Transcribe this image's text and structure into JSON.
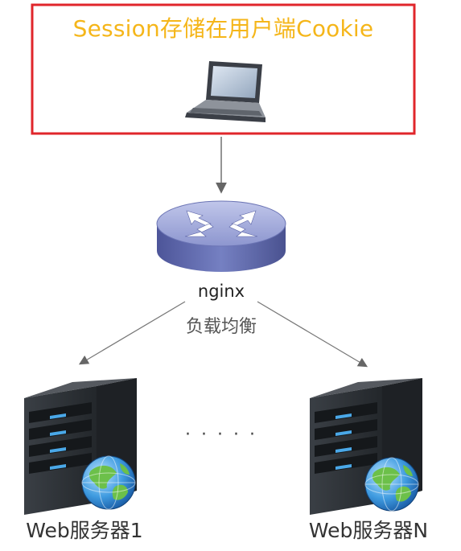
{
  "title": "Session存储在用户端Cookie",
  "nginx_label": "nginx",
  "lb_label": "负载均衡",
  "ellipsis": "· · · · ·",
  "servers": [
    {
      "label": "Web服务器1"
    },
    {
      "label": "Web服务器N"
    }
  ],
  "colors": {
    "title": "#f5b61a",
    "box_border": "#e0262b",
    "router_body": "#6b74b4",
    "router_top": "#a7afdc",
    "server": "#2d3136",
    "server_led": "#4aa8e8"
  },
  "icons": [
    "laptop-icon",
    "router-icon",
    "server-icon",
    "globe-icon"
  ]
}
